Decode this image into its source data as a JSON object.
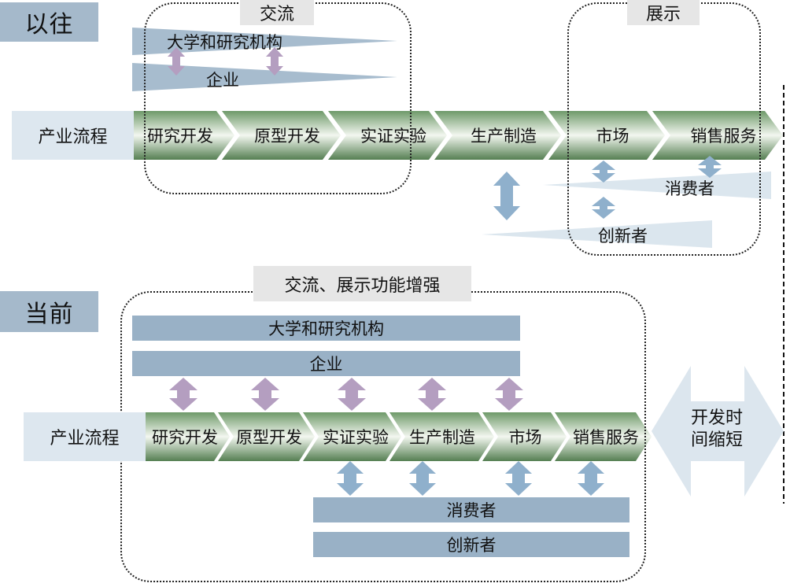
{
  "past": {
    "era_label": "以往",
    "exchange_label": "交流",
    "display_label": "展示",
    "process_label": "产业流程",
    "wedge_university": "大学和研究机构",
    "wedge_enterprise": "企业",
    "wedge_consumer": "消费者",
    "wedge_innovator": "创新者",
    "stages": [
      "研究开发",
      "原型开发",
      "实证实验",
      "生产制造",
      "市场",
      "销售服务"
    ]
  },
  "present": {
    "era_label": "当前",
    "enhanced_label": "交流、展示功能增强",
    "process_label": "产业流程",
    "bar_university": "大学和研究机构",
    "bar_enterprise": "企业",
    "bar_consumer": "消费者",
    "bar_innovator": "创新者",
    "stages": [
      "研究开发",
      "原型开发",
      "实证实验",
      "生产制造",
      "市场",
      "销售服务"
    ],
    "result_line1": "开发时",
    "result_line2": "间缩短"
  },
  "colors": {
    "era_bg": "#a5b9cb",
    "chevron_dark": "#5e8a5a",
    "chevron_light": "#f1f5ee",
    "bar_blue": "#99b1c6",
    "arrow_purple": "#b49ec0",
    "arrow_blue": "#8fb0cc",
    "wedge_light": "#dbe6ee",
    "big_arrow": "#dce6ee"
  }
}
